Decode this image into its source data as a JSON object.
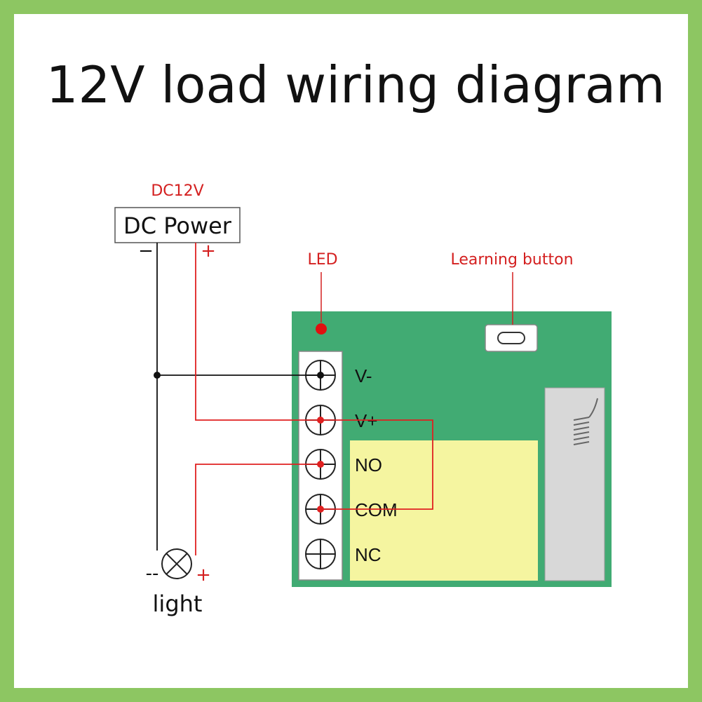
{
  "title": "12V load wiring diagram",
  "power_supply": {
    "voltage_label": "DC12V",
    "label": "DC Power",
    "minus_sign": "−",
    "plus_sign": "+"
  },
  "module": {
    "led_label": "LED",
    "learning_button_label": "Learning button",
    "terminals": [
      "V-",
      "V+",
      "NO",
      "COM",
      "NC"
    ]
  },
  "load": {
    "label": "light",
    "minus_sign": "--",
    "plus_sign": "+"
  },
  "colors": {
    "frame": "#8dc662",
    "board": "#41ab73",
    "relay_area": "#f5f5a0",
    "positive_wire": "#e02020",
    "negative_wire": "#111111"
  }
}
